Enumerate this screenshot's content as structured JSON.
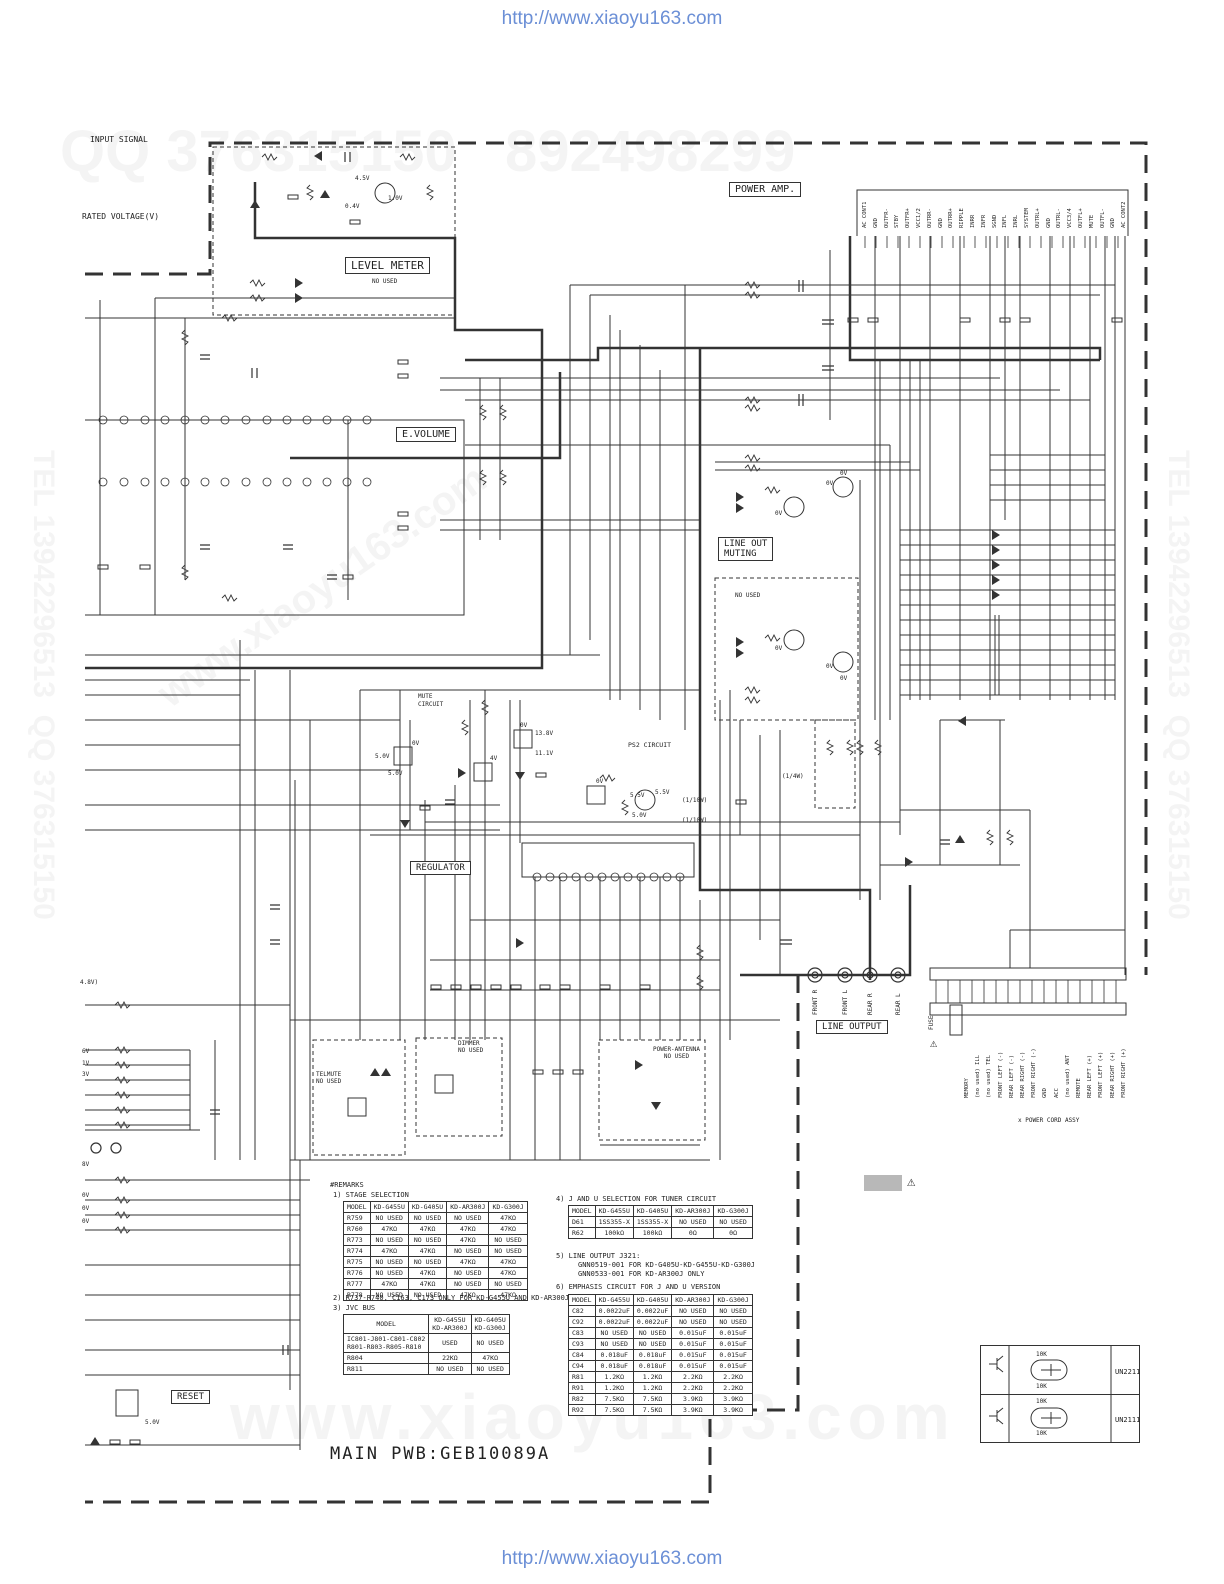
{
  "header_url": "http://www.xiaoyu163.com",
  "footer_url": "http://www.xiaoyu163.com",
  "watermark_top": "QQ 376315150   892498299",
  "watermark_bottom": "www.xiaoyu163.com",
  "watermark_diag": "www.xiaoyu163.com",
  "watermark_side_left": "TEL 13942296513  QQ 376315150",
  "watermark_side_right": "TEL 13942296513  QQ 376315150",
  "labels": {
    "input_signal": "INPUT SIGNAL",
    "rated_voltage": "RATED VOLTAGE(V)",
    "level_meter": "LEVEL METER",
    "no_used": "NO USED",
    "power_amp": "POWER AMP.",
    "e_volume": "E.VOLUME",
    "line_out_muting": "LINE OUT\nMUTING",
    "mute_circuit": "MUTE\nCIRCUIT",
    "ps2_circuit": "PS2 CIRCUIT",
    "regulator": "REGULATOR",
    "telmute": "TELMUTE\nNO USED",
    "dimmer": "DIMMER\nNO USED",
    "power_antenna": "POWER-ANTENNA\nNO USED",
    "line_output": "LINE OUTPUT",
    "reset": "RESET",
    "power_cord": "x POWER CORD ASSY",
    "fuse": "FUSE",
    "main_pwb": "MAIN PWB:GEB10089A"
  },
  "jacks": [
    "FRONT R",
    "FRONT L",
    "REAR R",
    "REAR L"
  ],
  "power_cord_pins": [
    "MEMORY",
    "(no used) ILL",
    "(no used) TEL",
    "FRONT LEFT (-)",
    "REAR LEFT (-)",
    "REAR RIGHT (-)",
    "FRONT RIGHT (-)",
    "GND",
    "ACC",
    "(no used) ANT",
    "REMOTE",
    "REAR LEFT (+)",
    "FRONT LEFT (+)",
    "REAR RIGHT (+)",
    "FRONT RIGHT (+)"
  ],
  "amp_pins": [
    "AC CONT1",
    "GND",
    "OUTFR-",
    "STBY",
    "OUTFR+",
    "VCC1/2",
    "OUTRR-",
    "GND",
    "OUTRR+",
    "RIPPLE",
    "INRR",
    "INFR",
    "SGND",
    "INFL",
    "INRL",
    "SYSTEM",
    "OUTRL+",
    "GND",
    "OUTRL-",
    "VCC3/4",
    "OUTFL+",
    "MUTE",
    "OUTFL-",
    "GND",
    "AC CONT2"
  ],
  "remarks": {
    "title": "#REMARKS",
    "s1": "1) STAGE SELECTION",
    "s2": "2) R737-R740, C163, C173 ONLY FOR KD-G455U AND KD-AR300J",
    "s3": "3) JVC BUS",
    "s4": "4) J AND U SELECTION FOR TUNER CIRCUIT",
    "s5": "5) LINE OUTPUT J321:",
    "s5a": "GNN0519-001 FOR KD-G405U-KD-G455U-KD-G300J",
    "s5b": "GNN0533-001 FOR KD-AR300J ONLY",
    "s6": "6) EMPHASIS CIRCUIT FOR J AND U VERSION"
  },
  "table1": {
    "headers": [
      "MODEL",
      "KD-G455U",
      "KD-G405U",
      "KD-AR300J",
      "KD-G300J"
    ],
    "rows": [
      [
        "R759",
        "NO USED",
        "NO USED",
        "NO USED",
        "47KΩ"
      ],
      [
        "R760",
        "47KΩ",
        "47KΩ",
        "47KΩ",
        "47KΩ"
      ],
      [
        "R773",
        "NO USED",
        "NO USED",
        "47KΩ",
        "NO USED"
      ],
      [
        "R774",
        "47KΩ",
        "47KΩ",
        "NO USED",
        "NO USED"
      ],
      [
        "R775",
        "NO USED",
        "NO USED",
        "47KΩ",
        "47KΩ"
      ],
      [
        "R776",
        "NO USED",
        "47KΩ",
        "NO USED",
        "47KΩ"
      ],
      [
        "R777",
        "47KΩ",
        "47KΩ",
        "NO USED",
        "NO USED"
      ],
      [
        "R778",
        "NO USED",
        "NO USED",
        "47KΩ",
        "47KΩ"
      ]
    ]
  },
  "table2": {
    "headers": [
      "MODEL",
      "KD-G455U\nKD-AR300J",
      "KD-G405U\nKD-G300J"
    ],
    "rows": [
      [
        "IC801-J801-C801-C802\nR801-R803-R805-R810",
        "USED",
        "NO USED"
      ],
      [
        "R804",
        "22KΩ",
        "47KΩ"
      ],
      [
        "R811",
        "NO USED",
        "NO USED"
      ]
    ]
  },
  "table3": {
    "headers": [
      "MODEL",
      "KD-G455U",
      "KD-G405U",
      "KD-AR300J",
      "KD-G300J"
    ],
    "rows": [
      [
        "D61",
        "1SS355-X",
        "1SS355-X",
        "NO USED",
        "NO USED"
      ],
      [
        "R62",
        "100kΩ",
        "100kΩ",
        "0Ω",
        "0Ω"
      ]
    ]
  },
  "table4": {
    "headers": [
      "MODEL",
      "KD-G455U",
      "KD-G405U",
      "KD-AR300J",
      "KD-G300J"
    ],
    "rows": [
      [
        "C82",
        "0.0022uF",
        "0.0022uF",
        "NO USED",
        "NO USED"
      ],
      [
        "C92",
        "0.0022uF",
        "0.0022uF",
        "NO USED",
        "NO USED"
      ],
      [
        "C83",
        "NO USED",
        "NO USED",
        "0.015uF",
        "0.015uF"
      ],
      [
        "C93",
        "NO USED",
        "NO USED",
        "0.015uF",
        "0.015uF"
      ],
      [
        "C84",
        "0.018uF",
        "0.018uF",
        "0.015uF",
        "0.015uF"
      ],
      [
        "C94",
        "0.018uF",
        "0.018uF",
        "0.015uF",
        "0.015uF"
      ],
      [
        "R81",
        "1.2KΩ",
        "1.2KΩ",
        "2.2KΩ",
        "2.2KΩ"
      ],
      [
        "R91",
        "1.2KΩ",
        "1.2KΩ",
        "2.2KΩ",
        "2.2KΩ"
      ],
      [
        "R82",
        "7.5KΩ",
        "7.5KΩ",
        "3.9KΩ",
        "3.9KΩ"
      ],
      [
        "R92",
        "7.5KΩ",
        "7.5KΩ",
        "3.9KΩ",
        "3.9KΩ"
      ]
    ]
  },
  "transistors": [
    {
      "top": "10K",
      "bottom": "10K",
      "name": "UN2211"
    },
    {
      "top": "10K",
      "bottom": "10K",
      "name": "UN2111"
    }
  ]
}
